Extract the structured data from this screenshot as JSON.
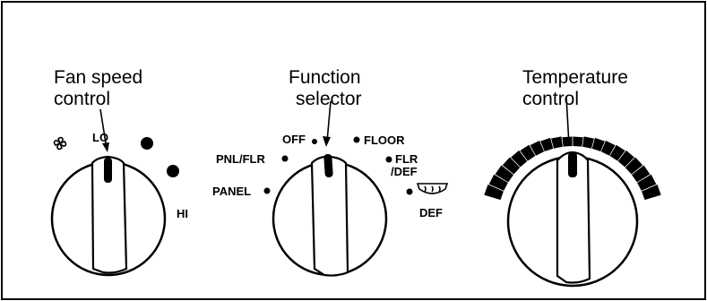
{
  "fan": {
    "title_line1": "Fan speed",
    "title_line2": "control",
    "lo_label": "LO",
    "hi_label": "HI",
    "fan_icon": "fan-icon",
    "speed_levels": 4,
    "current_speed": "LO"
  },
  "function_selector": {
    "title_line1": "Function",
    "title_line2": "selector",
    "positions": {
      "off": "OFF",
      "floor": "FLOOR",
      "pnl_flr": "PNL/FLR",
      "flr_def_line1": "FLR",
      "flr_def_line2": "/DEF",
      "panel": "PANEL",
      "def": "DEF"
    },
    "defrost_icon": "defrost-icon",
    "current_position": "OFF"
  },
  "temperature": {
    "title_line1": "Temperature",
    "title_line2": "control",
    "scale_segments": 20,
    "current_setting": "middle"
  },
  "colors": {
    "ink": "#000000",
    "background": "#ffffff"
  }
}
